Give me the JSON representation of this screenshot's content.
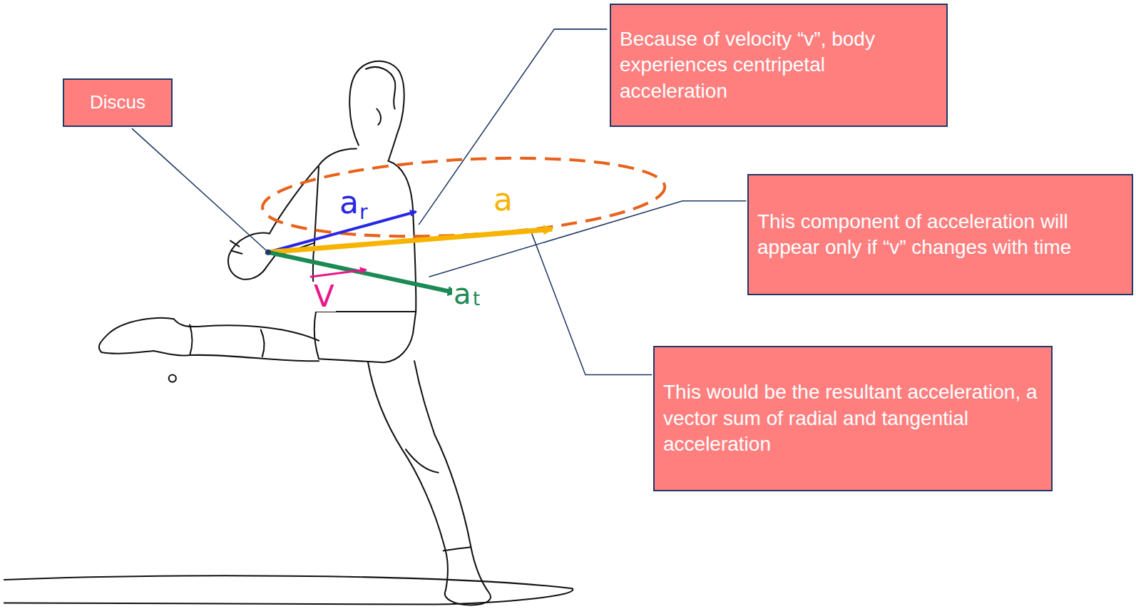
{
  "diagram": {
    "nodes": [
      {
        "text": [
          "Discus"
        ]
      },
      {
        "text": [
          "Because of velocity “v”, body experiences centripetal acceleration"
        ]
      },
      {
        "text": [
          "This component of acceleration will appear only if “v” changes with time"
        ]
      },
      {
        "text": [
          "This would be the resultant acceleration, a vector sum of radial and tangential acceleration"
        ]
      }
    ],
    "labels": [
      "a",
      "r",
      "a",
      "V",
      "a",
      "t"
    ]
  }
}
